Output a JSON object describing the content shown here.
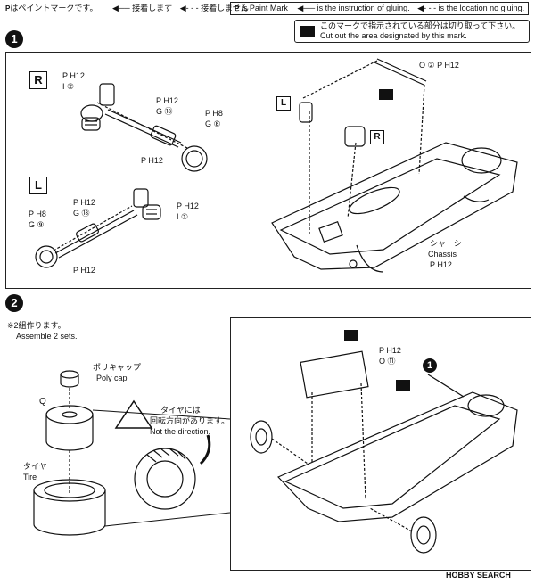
{
  "legend": {
    "paint_mark": "はペイントマークです。",
    "glue_jp": "接着します",
    "noglue_jp": "接着しません",
    "paint_mark_en": "is Paint Mark",
    "glue_en": "is the instruction of gluing.",
    "noglue_en": "is the location no gluing."
  },
  "cut_notice": {
    "jp": "このマークで指示されている部分は切り取って下さい。",
    "en": "Cut out the area designated by this mark."
  },
  "step1": {
    "number": "1",
    "r_label": "R",
    "l_label": "L",
    "r_parts": {
      "ph12a": "P H12",
      "i2": "I ②",
      "ph12b": "P H12",
      "g18": "G ⑱",
      "ph8": "P H8",
      "g8": "G ⑧",
      "ph12c": "P H12"
    },
    "l_parts": {
      "ph12a": "P H12",
      "g18": "G ⑱",
      "ph8": "P H8",
      "g9": "G ⑨",
      "ph12b": "P H12",
      "i1": "I ①",
      "ph12c": "P H12"
    },
    "chassis": {
      "o2": "O ② P H12",
      "l_tag": "L",
      "r_tag": "R",
      "jp": "シャーシ",
      "en": "Chassis",
      "ph12": "P H12"
    }
  },
  "step2": {
    "number": "2",
    "note_jp": "※2組作ります。",
    "note_en": "Assemble 2 sets.",
    "polycap_jp": "ポリキャップ",
    "polycap_en": "Poly cap",
    "q": "Q",
    "tire_jp": "タイヤ",
    "tire_en": "Tire",
    "direction_jp1": "タイヤには",
    "direction_jp2": "回転方向があります。",
    "direction_en": "Not the direction.",
    "ph12": "P H12",
    "o11": "O ⑪",
    "ref": "1"
  },
  "watermark": "HOBBY SEARCH"
}
